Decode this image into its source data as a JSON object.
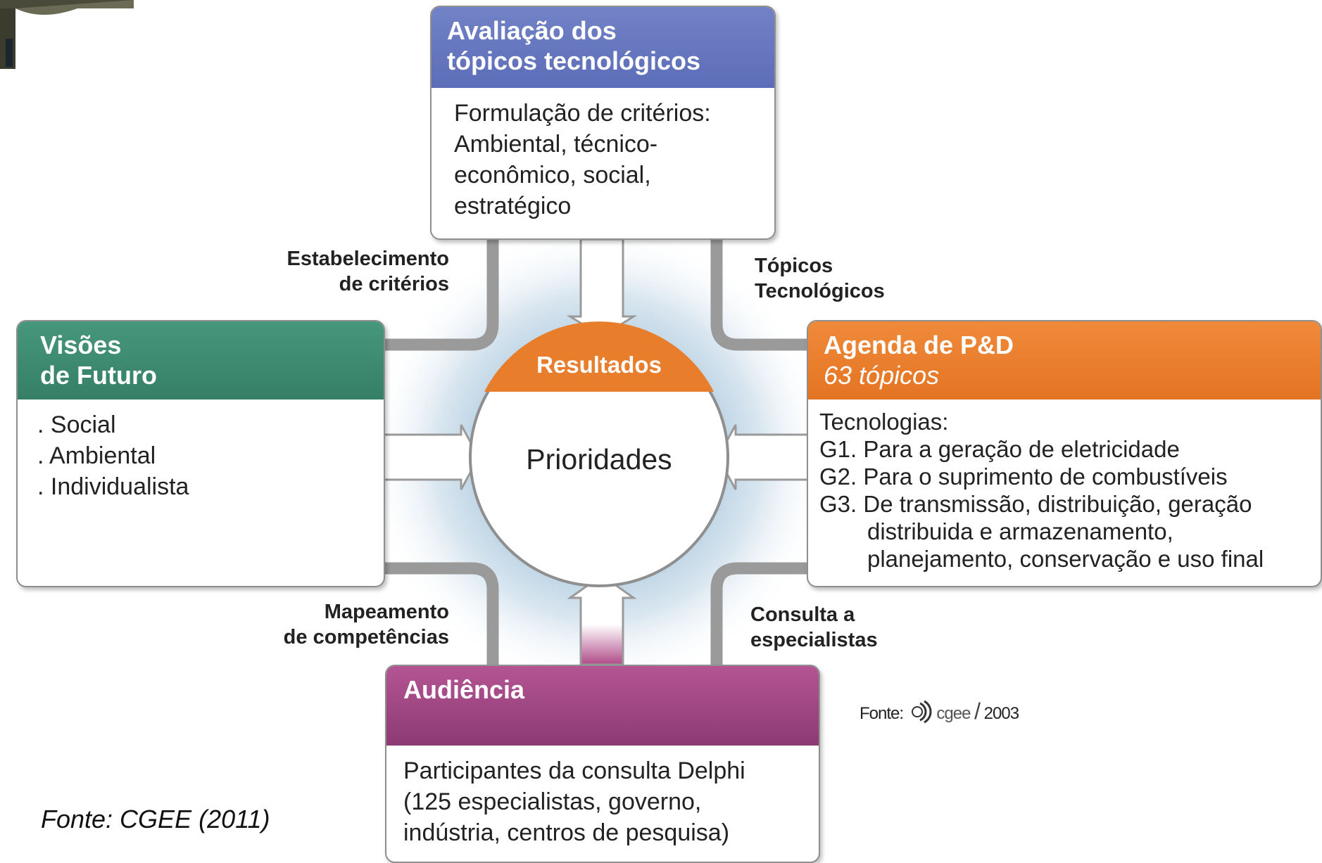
{
  "top_box": {
    "header": "Avaliação dos\ntópicos tecnológicos",
    "body": "Formulação de critérios:\nAmbiental, técnico-\neconômico, social,\nestratégico"
  },
  "left_box": {
    "header": "Visões\nde Futuro",
    "items": [
      ". Social",
      ". Ambiental",
      ". Individualista"
    ]
  },
  "right_box": {
    "header": "Agenda de P&D",
    "header_sub": "63 tópicos",
    "intro": "Tecnologias:",
    "items": [
      "G1. Para a geração de eletricidade",
      "G2. Para o suprimento de combustíveis",
      "G3. De transmissão, distribuição, geração",
      "distribuida e armazenamento,",
      "planejamento, conservação e uso final"
    ]
  },
  "bottom_box": {
    "header": "Audiência",
    "body": "Participantes da consulta Delphi\n(125 especialistas, governo,\nindústria, centros de pesquisa)"
  },
  "center": {
    "title": "Resultados",
    "subtitle": "Prioridades"
  },
  "edge_labels": {
    "top_left": "Estabelecimento\nde critérios",
    "top_right": "Tópicos\nTecnológicos",
    "bottom_left": "Mapeamento\nde competências",
    "bottom_right": "Consulta a\nespecialistas"
  },
  "source_logo": {
    "prefix": "Fonte:",
    "org": "cgee",
    "year": "2003"
  },
  "source": "Fonte: CGEE (2011)",
  "colors": {
    "blue": "#6274bd",
    "green": "#3c8a70",
    "orange": "#e87d2c",
    "purple": "#a04a85",
    "connector": "#9a9a9a",
    "glow": "#a9c7dc"
  }
}
